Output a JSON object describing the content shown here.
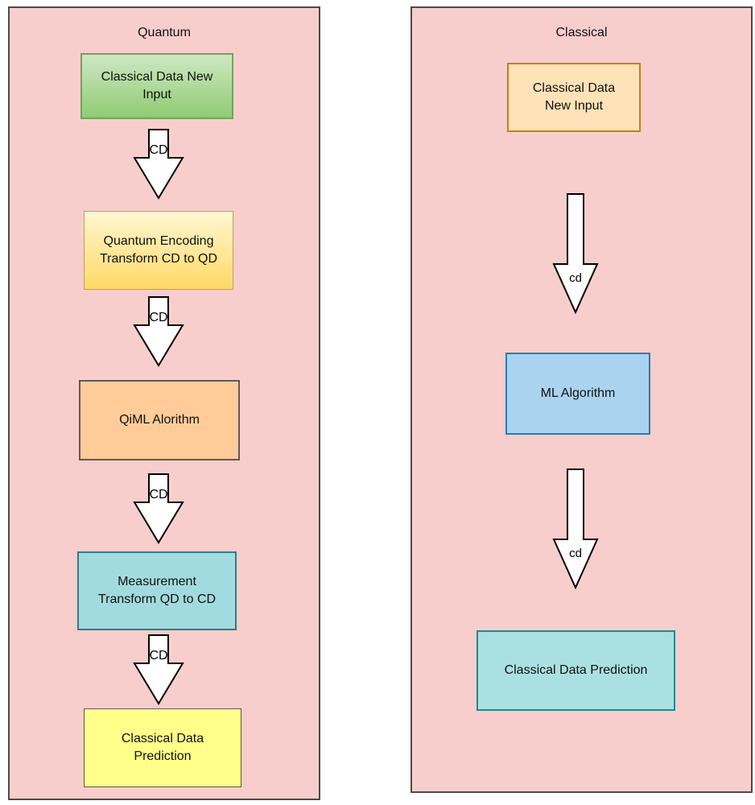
{
  "quantum": {
    "title": "Quantum",
    "nodes": [
      {
        "label": "Classical Data New\nInput"
      },
      {
        "label": "Quantum Encoding\nTransform CD to QD"
      },
      {
        "label": "QiML Alorithm"
      },
      {
        "label": "Measurement\nTransform QD to CD"
      },
      {
        "label": "Classical Data\nPrediction"
      }
    ],
    "arrows": [
      {
        "label": "CD"
      },
      {
        "label": "CD"
      },
      {
        "label": "CD"
      },
      {
        "label": "CD"
      }
    ]
  },
  "classical": {
    "title": "Classical",
    "nodes": [
      {
        "label": "Classical Data\nNew Input"
      },
      {
        "label": "ML Algorithm"
      },
      {
        "label": "Classical Data Prediction"
      }
    ],
    "arrows": [
      {
        "label": "cd"
      },
      {
        "label": "cd"
      }
    ]
  },
  "colors": {
    "panel_background": "#f8cecc",
    "panel_border": "#4a4a4a",
    "quantum_input_fill": "#8fcb72",
    "quantum_encoding_fill": "#ffd966",
    "quantum_algorithm_fill": "#ffcc99",
    "quantum_measurement_fill": "#a2dbdf",
    "quantum_prediction_fill": "#ffff8a",
    "classical_input_fill": "#ffe2b8",
    "classical_algorithm_fill": "#a9d3ef",
    "classical_prediction_fill": "#abe0e3",
    "arrow_fill": "#ffffff",
    "arrow_stroke": "#000000"
  }
}
